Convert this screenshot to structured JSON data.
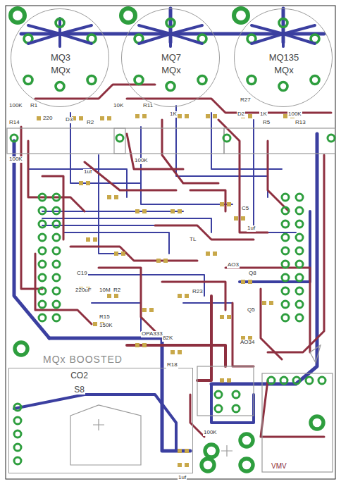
{
  "diagram": {
    "nodes": [
      {
        "text": [
          "MQ3",
          "MQx"
        ]
      },
      {
        "text": [
          "MQ7",
          "MQx"
        ]
      },
      {
        "text": [
          "MQ135",
          "MQx"
        ]
      },
      {
        "text": [
          "CO2",
          "S8"
        ]
      }
    ],
    "labels": [
      "100K",
      "R1",
      "220",
      "D3",
      "R2",
      "R14",
      "100K",
      "10K",
      "R11",
      "1K",
      "R27",
      "D2",
      "1K",
      "R5",
      "100K",
      "R13",
      "100K",
      "1uf",
      "C5",
      "1uf",
      "TL",
      "AO3",
      "Q8",
      "Q5",
      "AO34",
      "C19",
      "220uF",
      "10M",
      "R15",
      "150K",
      "R2",
      "OPA333",
      "R23",
      "82K",
      "R18",
      "MQx BOOSTED",
      "100K",
      "1uf",
      "VMV"
    ]
  }
}
